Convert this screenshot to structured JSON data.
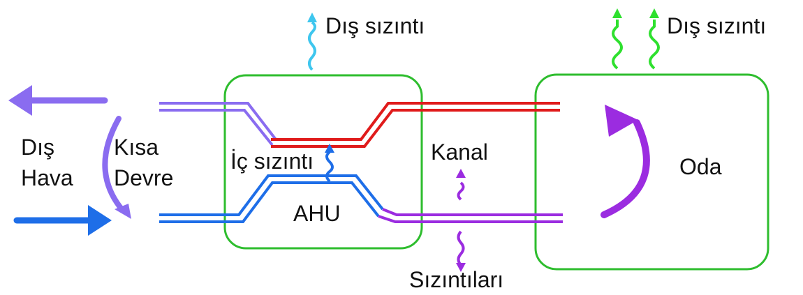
{
  "labels": {
    "outdoor_air_line1": "Dış",
    "outdoor_air_line2": "Hava",
    "short_circuit_line1": "Kısa",
    "short_circuit_line2": "Devre",
    "internal_leak": "İç sızıntı",
    "ahu": "AHU",
    "duct_leak_line1": "Kanal",
    "duct_leak_line2": "Sızıntıları",
    "room": "Oda",
    "exterior_leak_ahu": "Dış sızıntı",
    "exterior_leak_room": "Dış sızıntı"
  },
  "colors": {
    "box_border": "#2ebd2e",
    "exhaust_purple": "#8a6cf0",
    "supply_blue": "#1e6ee8",
    "return_purple": "#9b2ce0",
    "supply_red": "#e01b1b",
    "leak_cyan": "#3ec6ee",
    "leak_green": "#2ee02e"
  }
}
